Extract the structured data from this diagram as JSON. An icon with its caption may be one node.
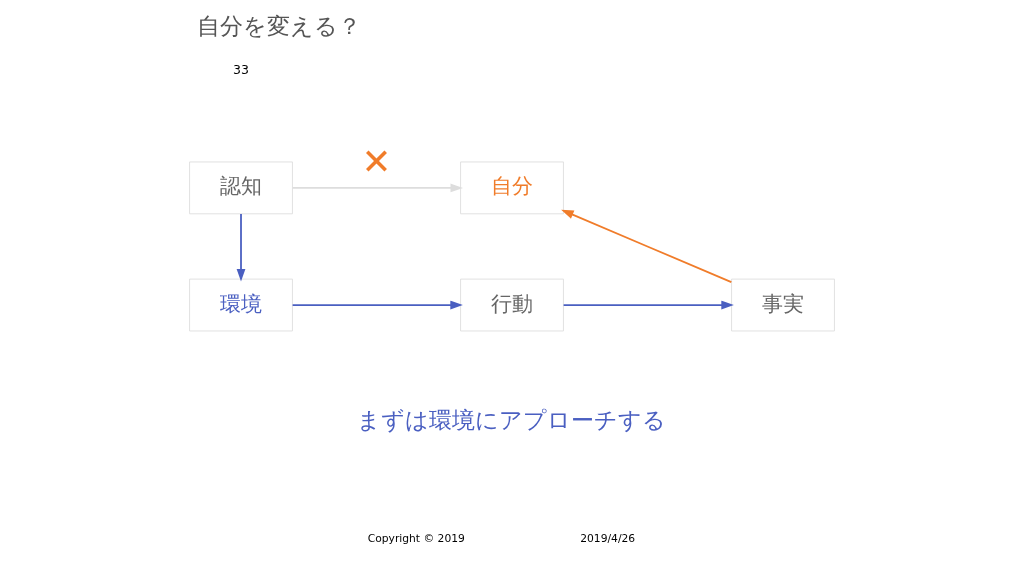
{
  "diagram": {
    "title": "自分を変える？",
    "caption": "まずは環境にアプローチする",
    "nodes": [
      {
        "text": [
          "認知"
        ]
      },
      {
        "text": [
          "自分"
        ]
      },
      {
        "text": [
          "環境"
        ]
      },
      {
        "text": [
          "行動"
        ]
      },
      {
        "text": [
          "事実"
        ]
      }
    ],
    "edges": [
      {
        "from": 0,
        "to": 1,
        "arrow": "to",
        "label": "✕",
        "color": "#dddddd"
      },
      {
        "from": 0,
        "to": 2,
        "arrow": "to"
      },
      {
        "from": 2,
        "to": 3,
        "arrow": "to"
      },
      {
        "from": 3,
        "to": 4,
        "arrow": "to"
      },
      {
        "from": 4,
        "to": 1,
        "arrow": "to",
        "color": "#f07c2a"
      }
    ],
    "labels": [
      "33",
      "Copyright © 2019",
      "2019/4/26"
    ]
  }
}
